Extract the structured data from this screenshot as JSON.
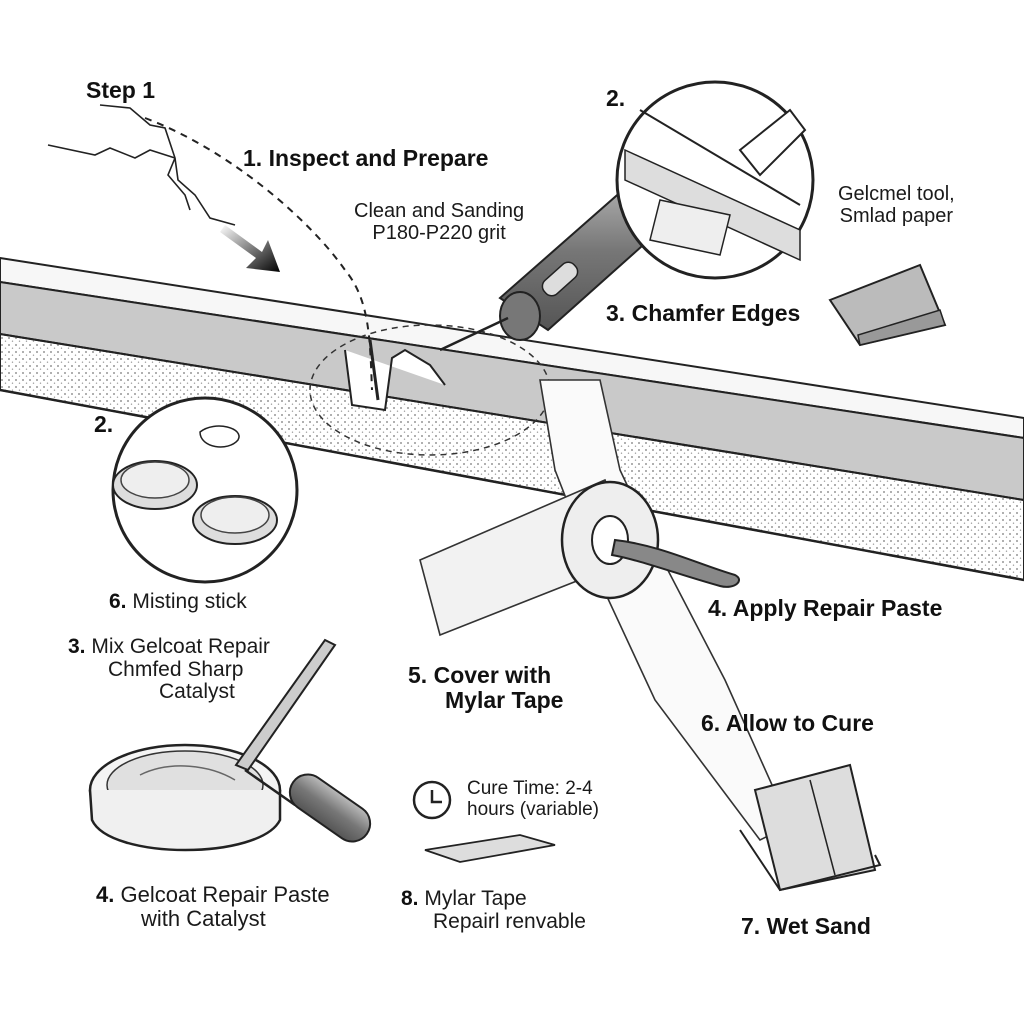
{
  "labels": {
    "step1": "Step 1",
    "inspect": {
      "num": "1.",
      "text": "Inspect and Prepare"
    },
    "clean": [
      "Clean and Sanding",
      "P180-P220 grit"
    ],
    "two_top": "2.",
    "gelcoat_tool": [
      "Gelcmel tool,",
      "Smlad paper"
    ],
    "chamfer": {
      "num": "3.",
      "text": "Chamfer Edges"
    },
    "two_left": "2.",
    "misting": {
      "num": "6.",
      "text": "Misting stick"
    },
    "mix": {
      "num": "3.",
      "line1": "Mix Gelcoat Repair",
      "line2": "Chmfed Sharp",
      "line3": "Catalyst"
    },
    "apply": {
      "num": "4.",
      "text": "Apply Repair Paste"
    },
    "cover": {
      "num": "5.",
      "line1": "Cover with",
      "line2": "Mylar Tape"
    },
    "cure": {
      "num": "6.",
      "text": "Allow to Cure"
    },
    "cure_time": [
      "Cure Time: 2-4",
      "hours (variable)"
    ],
    "paste": {
      "num": "4.",
      "line1": "Gelcoat Repair Paste",
      "line2": "with Catalyst"
    },
    "mylar_removable": {
      "num": "8.",
      "line1": "Mylar Tape",
      "line2": "Repairl renvable"
    },
    "wet_sand": {
      "num": "7.",
      "text": "Wet Sand"
    }
  },
  "icons": [
    "crack-lines",
    "direction-arrow",
    "sanding-tool",
    "magnifier-circle-chamfer",
    "sandpaper-sheet",
    "magnifier-circle-mixing-cups",
    "mixing-bowl",
    "mixing-stick",
    "scraper",
    "mylar-tape-roll",
    "sanding-block",
    "clock-icon",
    "tape-strip"
  ]
}
